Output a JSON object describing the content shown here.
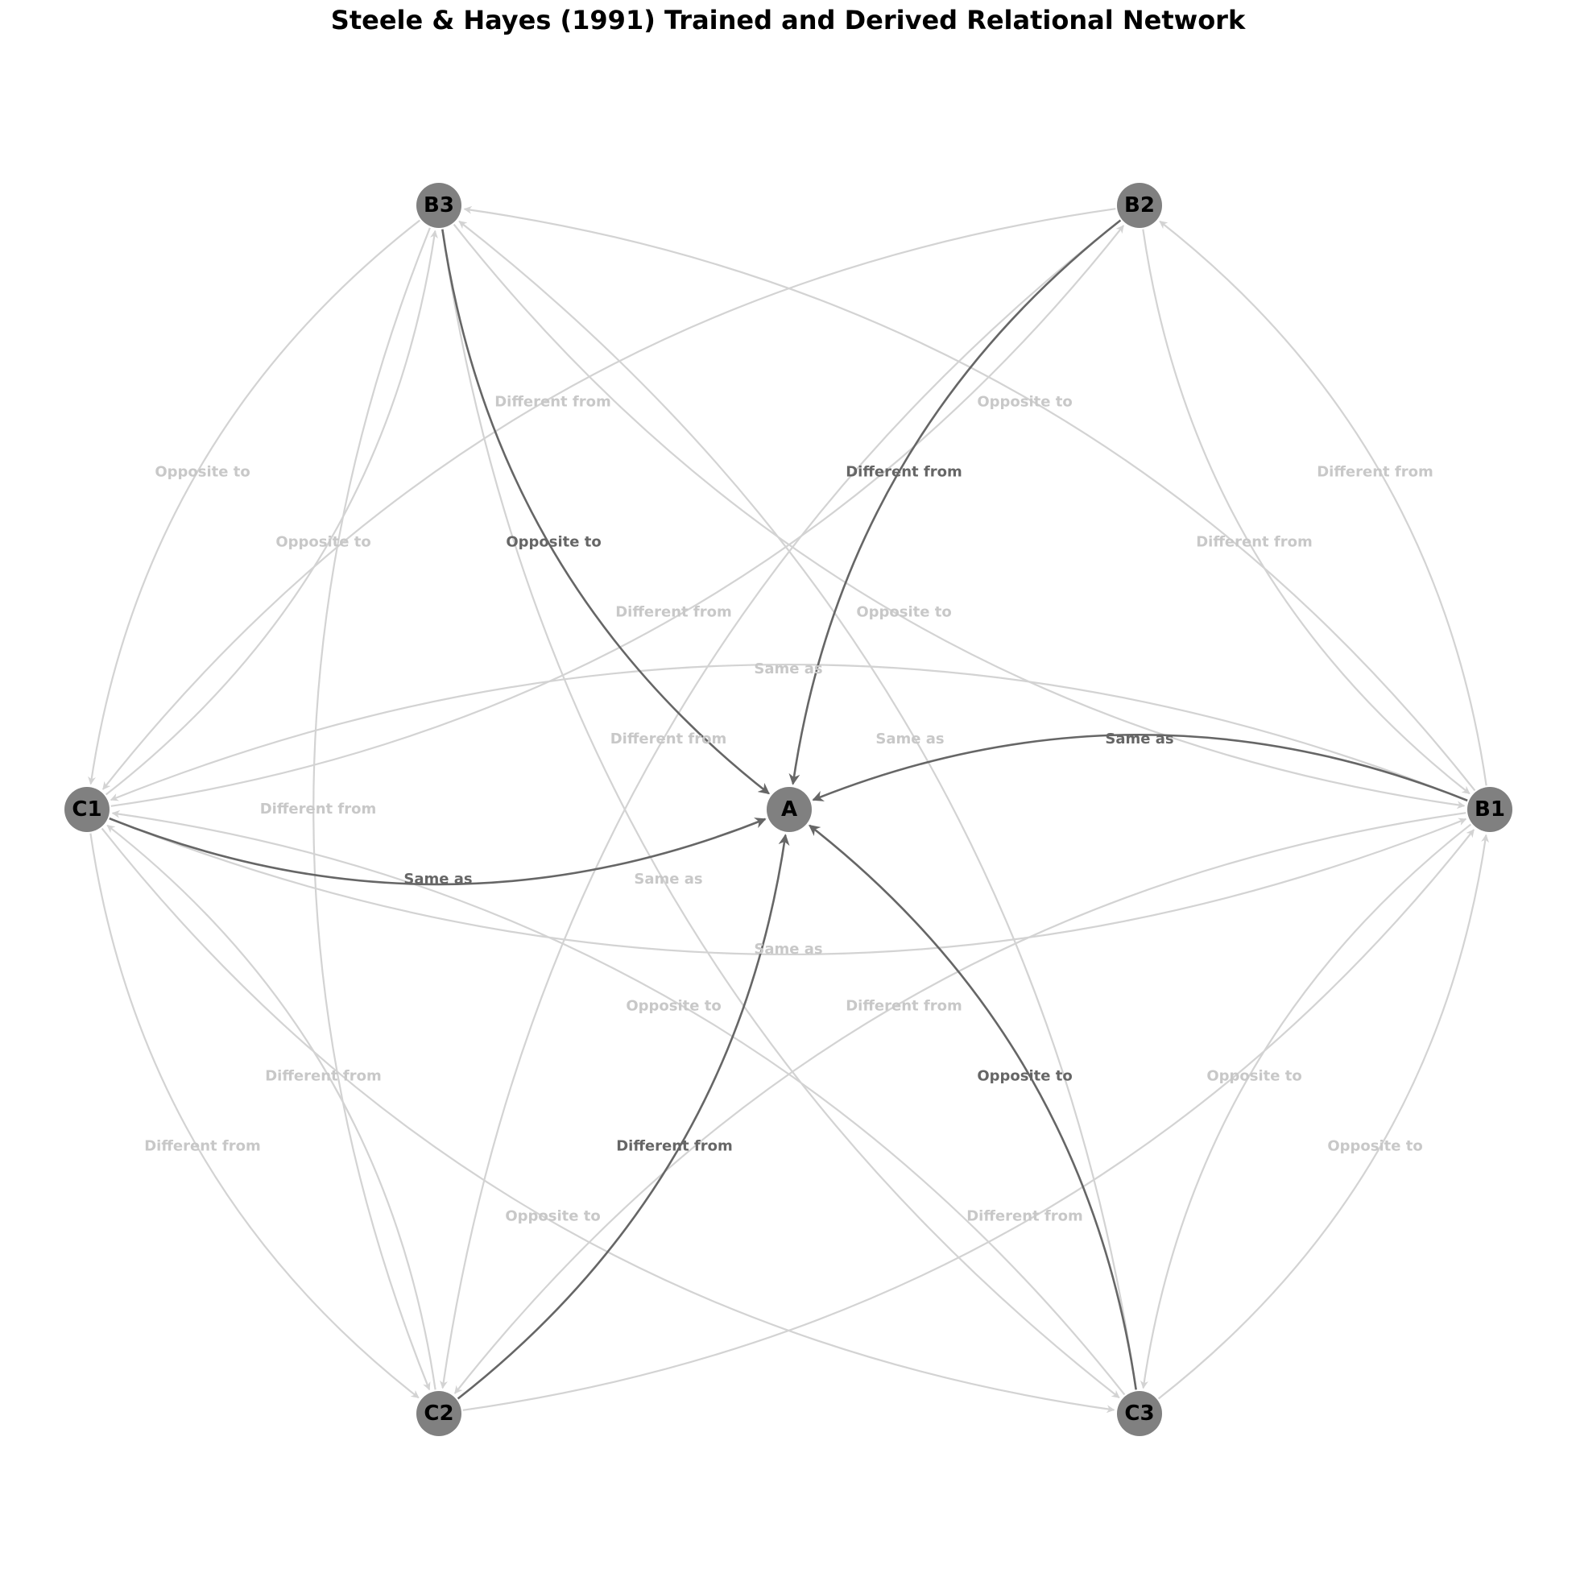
{
  "title": "Steele & Hayes (1991) Trained and Derived Relational Network",
  "colors": {
    "node_fill": "#808080",
    "node_text": "#000000",
    "trained_edge": "#666666",
    "derived_edge": "#d3d3d3",
    "background": "#ffffff"
  },
  "nodes": [
    {
      "id": "A",
      "label": "A"
    },
    {
      "id": "B1",
      "label": "B1"
    },
    {
      "id": "B2",
      "label": "B2"
    },
    {
      "id": "B3",
      "label": "B3"
    },
    {
      "id": "C1",
      "label": "C1"
    },
    {
      "id": "C2",
      "label": "C2"
    },
    {
      "id": "C3",
      "label": "C3"
    }
  ],
  "edges": [
    {
      "source": "B1",
      "target": "A",
      "label": "Same as",
      "kind": "trained"
    },
    {
      "source": "B2",
      "target": "A",
      "label": "Different from",
      "kind": "trained"
    },
    {
      "source": "B3",
      "target": "A",
      "label": "Opposite to",
      "kind": "trained"
    },
    {
      "source": "C1",
      "target": "A",
      "label": "Same as",
      "kind": "trained"
    },
    {
      "source": "C2",
      "target": "A",
      "label": "Different from",
      "kind": "trained"
    },
    {
      "source": "C3",
      "target": "A",
      "label": "Opposite to",
      "kind": "trained"
    },
    {
      "source": "B1",
      "target": "B2",
      "label": "Different from",
      "kind": "derived"
    },
    {
      "source": "B2",
      "target": "B1",
      "label": "Different from",
      "kind": "derived"
    },
    {
      "source": "B1",
      "target": "B3",
      "label": "Opposite to",
      "kind": "derived"
    },
    {
      "source": "B3",
      "target": "B1",
      "label": "Opposite to",
      "kind": "derived"
    },
    {
      "source": "B1",
      "target": "C1",
      "label": "Same as",
      "kind": "derived"
    },
    {
      "source": "C1",
      "target": "B1",
      "label": "Same as",
      "kind": "derived"
    },
    {
      "source": "B1",
      "target": "C2",
      "label": "Different from",
      "kind": "derived"
    },
    {
      "source": "C2",
      "target": "B1",
      "label": "Different from",
      "kind": "derived"
    },
    {
      "source": "B1",
      "target": "C3",
      "label": "Opposite to",
      "kind": "derived"
    },
    {
      "source": "C3",
      "target": "B1",
      "label": "Opposite to",
      "kind": "derived"
    },
    {
      "source": "B2",
      "target": "C1",
      "label": "Different from",
      "kind": "derived"
    },
    {
      "source": "C1",
      "target": "B2",
      "label": "Different from",
      "kind": "derived"
    },
    {
      "source": "B3",
      "target": "C1",
      "label": "Opposite to",
      "kind": "derived"
    },
    {
      "source": "C1",
      "target": "B3",
      "label": "Opposite to",
      "kind": "derived"
    },
    {
      "source": "C1",
      "target": "C2",
      "label": "Different from",
      "kind": "derived"
    },
    {
      "source": "C2",
      "target": "C1",
      "label": "Different from",
      "kind": "derived"
    },
    {
      "source": "C1",
      "target": "C3",
      "label": "Opposite to",
      "kind": "derived"
    },
    {
      "source": "C3",
      "target": "C1",
      "label": "Opposite to",
      "kind": "derived"
    },
    {
      "source": "B3",
      "target": "C3",
      "label": "Same as",
      "kind": "derived"
    },
    {
      "source": "C3",
      "target": "B3",
      "label": "Same as",
      "kind": "derived"
    },
    {
      "source": "B2",
      "target": "C2",
      "label": "Different from",
      "kind": "derived"
    },
    {
      "source": "B3",
      "target": "C2",
      "label": "Different from",
      "kind": "derived"
    }
  ]
}
